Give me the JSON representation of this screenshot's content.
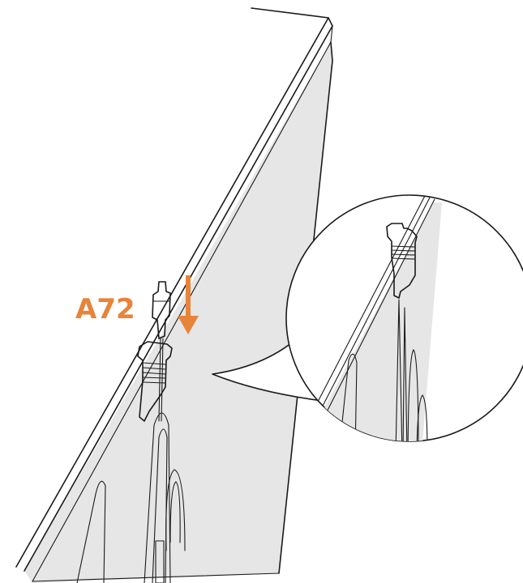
{
  "callout": {
    "part_label": "A72",
    "arrow_direction": "down",
    "accent_color": "#E8833A"
  },
  "colors": {
    "panel_fill": "#e6e6e6",
    "line": "#1a1a1a",
    "background": "#ffffff"
  },
  "detail_view": {
    "shape": "circle-magnifier"
  }
}
